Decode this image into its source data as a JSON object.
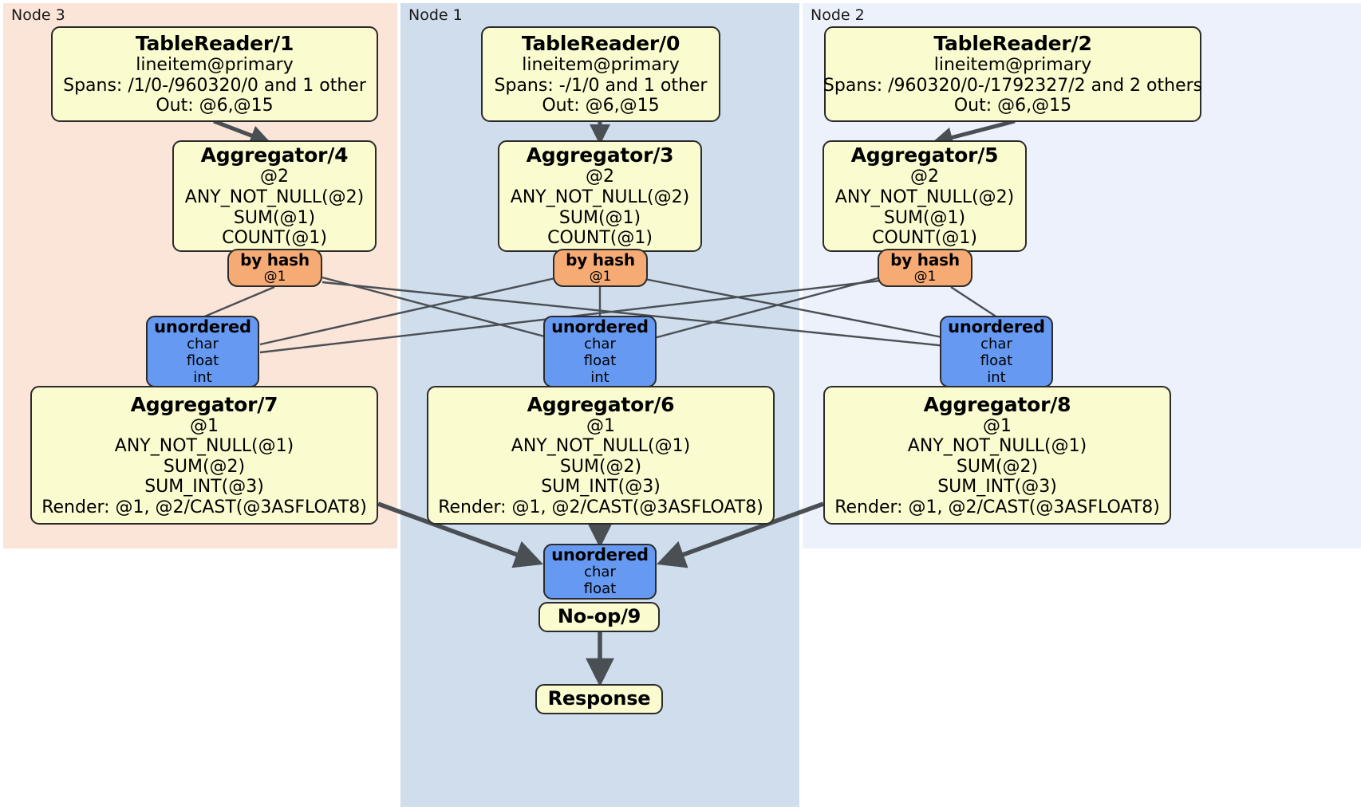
{
  "diagram": {
    "title": "Distributed query plan",
    "colors": {
      "node3_bg": "#fbe4d8",
      "node1_bg": "#cfdded",
      "node2_bg": "#ecf1fb",
      "processor_bg": "#fbfbd0",
      "router_bg": "#f7ab74",
      "synchronizer_bg": "#6699f2",
      "edge": "#4a4f54",
      "border": "#2b2b2b"
    }
  },
  "regions": [
    {
      "id": "node3",
      "label": "Node 3"
    },
    {
      "id": "node1",
      "label": "Node 1"
    },
    {
      "id": "node2",
      "label": "Node 2"
    }
  ],
  "nodes": {
    "tablereader1": {
      "title": "TableReader/1",
      "lines": [
        "lineitem@primary",
        "Spans: /1/0-/960320/0 and 1 other",
        "Out: @6,@15"
      ]
    },
    "tablereader0": {
      "title": "TableReader/0",
      "lines": [
        "lineitem@primary",
        "Spans: -/1/0 and 1 other",
        "Out: @6,@15"
      ]
    },
    "tablereader2": {
      "title": "TableReader/2",
      "lines": [
        "lineitem@primary",
        "Spans: /960320/0-/1792327/2 and 2 others",
        "Out: @6,@15"
      ]
    },
    "aggregator4": {
      "title": "Aggregator/4",
      "lines": [
        "@2",
        "ANY_NOT_NULL(@2)",
        "SUM(@1)",
        "COUNT(@1)"
      ]
    },
    "aggregator3": {
      "title": "Aggregator/3",
      "lines": [
        "@2",
        "ANY_NOT_NULL(@2)",
        "SUM(@1)",
        "COUNT(@1)"
      ]
    },
    "aggregator5": {
      "title": "Aggregator/5",
      "lines": [
        "@2",
        "ANY_NOT_NULL(@2)",
        "SUM(@1)",
        "COUNT(@1)"
      ]
    },
    "byhash_left": {
      "title": "by hash",
      "lines": [
        "@1"
      ]
    },
    "byhash_center": {
      "title": "by hash",
      "lines": [
        "@1"
      ]
    },
    "byhash_right": {
      "title": "by hash",
      "lines": [
        "@1"
      ]
    },
    "unordered_left": {
      "title": "unordered",
      "lines": [
        "char",
        "float",
        "int"
      ]
    },
    "unordered_center": {
      "title": "unordered",
      "lines": [
        "char",
        "float",
        "int"
      ]
    },
    "unordered_right": {
      "title": "unordered",
      "lines": [
        "char",
        "float",
        "int"
      ]
    },
    "aggregator7": {
      "title": "Aggregator/7",
      "lines": [
        "@1",
        "ANY_NOT_NULL(@1)",
        "SUM(@2)",
        "SUM_INT(@3)",
        "Render: @1, @2/CAST(@3ASFLOAT8)"
      ]
    },
    "aggregator6": {
      "title": "Aggregator/6",
      "lines": [
        "@1",
        "ANY_NOT_NULL(@1)",
        "SUM(@2)",
        "SUM_INT(@3)",
        "Render: @1, @2/CAST(@3ASFLOAT8)"
      ]
    },
    "aggregator8": {
      "title": "Aggregator/8",
      "lines": [
        "@1",
        "ANY_NOT_NULL(@1)",
        "SUM(@2)",
        "SUM_INT(@3)",
        "Render: @1, @2/CAST(@3ASFLOAT8)"
      ]
    },
    "unordered_final": {
      "title": "unordered",
      "lines": [
        "char",
        "float"
      ]
    },
    "noop9": {
      "title": "No-op/9",
      "lines": []
    },
    "response": {
      "title": "Response",
      "lines": []
    }
  }
}
